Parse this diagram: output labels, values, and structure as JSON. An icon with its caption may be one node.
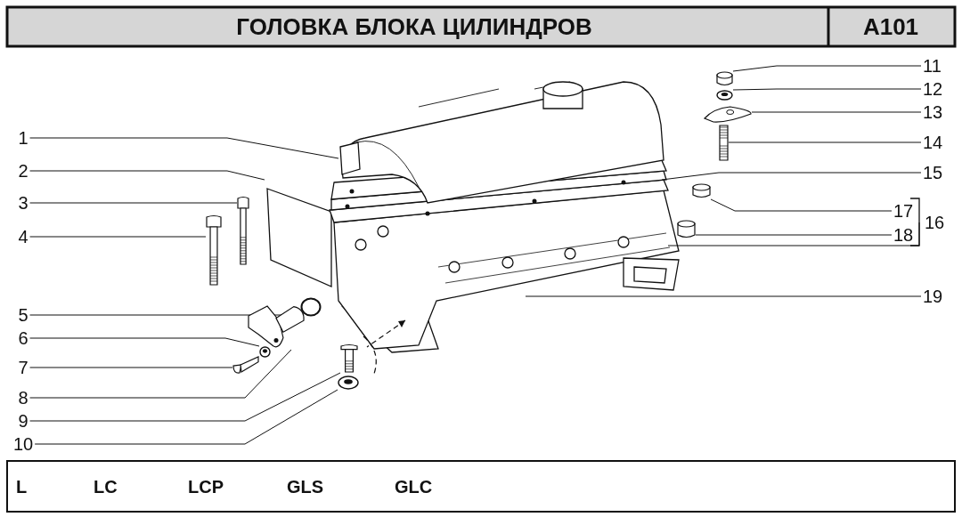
{
  "diagram": {
    "title": "ГОЛОВКА БЛОКА ЦИЛИНДРОВ",
    "nodes": [
      {
        "text": [
          "1"
        ]
      },
      {
        "text": [
          "2"
        ]
      },
      {
        "text": [
          "3"
        ]
      },
      {
        "text": [
          "4"
        ]
      },
      {
        "text": [
          "5"
        ]
      },
      {
        "text": [
          "6"
        ]
      },
      {
        "text": [
          "7"
        ]
      },
      {
        "text": [
          "8"
        ]
      },
      {
        "text": [
          "9"
        ]
      },
      {
        "text": [
          "10"
        ]
      },
      {
        "text": [
          "11"
        ]
      },
      {
        "text": [
          "12"
        ]
      },
      {
        "text": [
          "13"
        ]
      },
      {
        "text": [
          "14"
        ]
      },
      {
        "text": [
          "15"
        ]
      },
      {
        "text": [
          "16"
        ]
      },
      {
        "text": [
          "17"
        ]
      },
      {
        "text": [
          "18"
        ]
      },
      {
        "text": [
          "19"
        ]
      },
      {
        "text": [],
        "shape": "picture"
      },
      {
        "text": [],
        "shape": "picture"
      },
      {
        "text": [],
        "shape": "circle"
      },
      {
        "text": [],
        "shape": "picture"
      },
      {
        "text": [],
        "shape": "bolt"
      },
      {
        "text": [],
        "shape": "picture"
      },
      {
        "text": [],
        "shape": "picture"
      },
      {
        "text": [],
        "shape": "picture"
      },
      {
        "text": [],
        "shape": "cylinder"
      },
      {
        "text": [],
        "shape": "picture"
      },
      {
        "text": [],
        "shape": "picture"
      },
      {
        "text": [],
        "shape": "picture"
      },
      {
        "text": [],
        "shape": "cylinder"
      },
      {
        "text": [],
        "shape": "cylinder"
      }
    ],
    "edges": [
      {
        "from": 0,
        "to": null,
        "arrow": "none"
      },
      {
        "from": 1,
        "to": null,
        "arrow": "none"
      },
      {
        "from": 2,
        "to": 19,
        "arrow": "none"
      },
      {
        "from": 3,
        "to": 20,
        "arrow": "none"
      },
      {
        "from": 4,
        "to": 21,
        "arrow": "none"
      },
      {
        "from": 5,
        "to": 22,
        "arrow": "none"
      },
      {
        "from": 6,
        "to": 23,
        "arrow": "none"
      },
      {
        "from": 7,
        "to": 24,
        "arrow": "none"
      },
      {
        "from": 8,
        "to": 25,
        "arrow": "none"
      },
      {
        "from": 9,
        "to": 26,
        "arrow": "none"
      },
      {
        "from": 10,
        "to": 27,
        "arrow": "none"
      },
      {
        "from": 11,
        "to": 28,
        "arrow": "none"
      },
      {
        "from": 12,
        "to": 29,
        "arrow": "none"
      },
      {
        "from": 13,
        "to": 30,
        "arrow": "none"
      },
      {
        "from": 14,
        "to": null,
        "arrow": "none"
      },
      {
        "from": 15,
        "to": null,
        "arrow": "none"
      },
      {
        "from": 16,
        "to": 31,
        "arrow": "none"
      },
      {
        "from": 17,
        "to": 32,
        "arrow": "none"
      },
      {
        "from": 18,
        "to": null,
        "arrow": "none"
      }
    ],
    "labels": [
      "A101",
      "L",
      "LC",
      "LCP",
      "GLS",
      "GLC"
    ]
  }
}
